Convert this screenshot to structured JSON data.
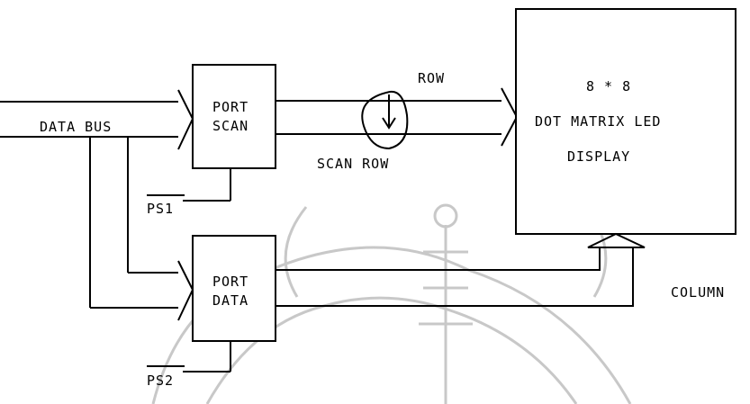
{
  "diagram": {
    "blocks": {
      "port_scan": [
        "PORT",
        "SCAN"
      ],
      "port_data": [
        "PORT",
        "DATA"
      ],
      "display": [
        "8 * 8",
        "DOT MATRIX LED",
        "DISPLAY"
      ]
    },
    "labels": {
      "data_bus": "DATA BUS",
      "row": "ROW",
      "scan_row": "SCAN ROW",
      "column": "COLUMN",
      "ps1": "PS1",
      "ps2": "PS2"
    }
  }
}
